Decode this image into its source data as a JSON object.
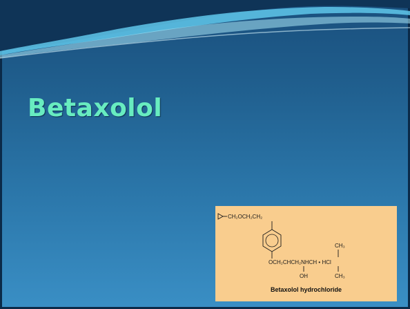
{
  "slide": {
    "title": "Betaxolol",
    "background_color": "#2a75a8",
    "title_color": "#68ecc0",
    "figure_background": "#f9cd8e"
  },
  "structure": {
    "top_chain": "CH₂OCH₂CH₂",
    "ring_substituent": "OCH₂CHCH₂NHCH • HCl",
    "hydroxyl": "OH",
    "methyl_top": "CH₃",
    "methyl_bottom": "CH₃",
    "caption": "Betaxolol hydrochloride"
  }
}
